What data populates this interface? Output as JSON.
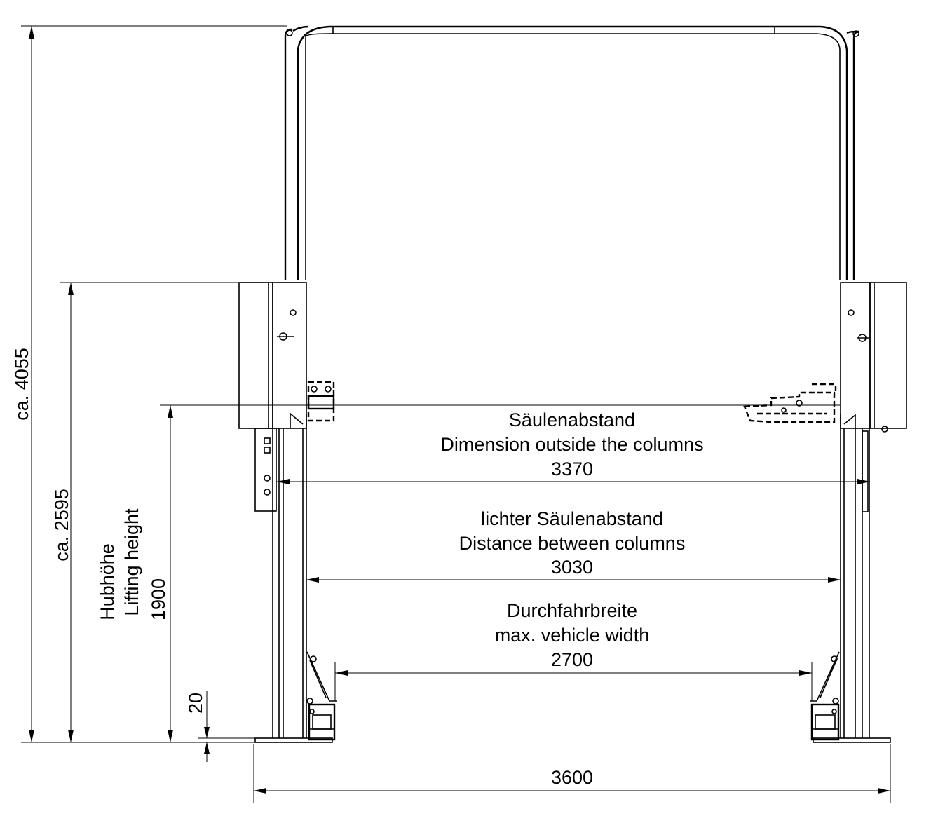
{
  "dimensions": {
    "total_height": "ca. 4055",
    "column_height": "ca. 2595",
    "lifting_height_de": "Hubhöhe",
    "lifting_height_en": "Lifting height",
    "lifting_height_value": "1900",
    "min_height": "20",
    "column_outside": {
      "label_de": "Säulenabstand",
      "label_en": "Dimension outside the columns",
      "value": "3370"
    },
    "column_inside": {
      "label_de": "lichter Säulenabstand",
      "label_en": "Distance between columns",
      "value": "3030"
    },
    "drive_through": {
      "label_de": "Durchfahrbreite",
      "label_en": "max. vehicle width",
      "value": "2700"
    },
    "base_width": "3600"
  }
}
